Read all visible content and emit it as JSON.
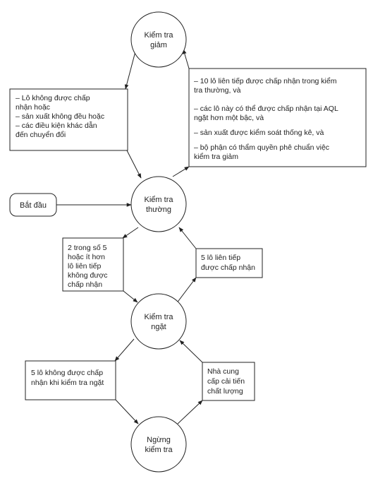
{
  "nodes": {
    "reduced": [
      "Kiểm tra",
      "giảm"
    ],
    "normal": [
      "Kiểm tra",
      "thường"
    ],
    "tightened": [
      "Kiểm tra",
      "ngặt"
    ],
    "discontinue": [
      "Ngừng",
      "kiểm tra"
    ],
    "start": "Bắt đầu"
  },
  "conditions": {
    "reduced_to_normal": [
      "–  Lô  không  được  chấp",
      "nhận hoặc",
      "–  sản xuất không đều hoặc",
      "–   các điều kiện khác dẫn",
      "đến chuyển đổi"
    ],
    "normal_to_reduced": [
      "–  10 lô liên tiếp được chấp nhận trong kiểm",
      "tra thường, và",
      "",
      "–  các lô này có thể được chấp nhận tại AQL",
      "ngặt hơn một bậc, và",
      "",
      "–  sản xuất được kiểm soát thống kê, và",
      "",
      "–   bộ phận có thẩm quyền phê chuẩn việc",
      "kiểm tra giảm"
    ],
    "normal_to_tightened": [
      "2 trong số 5",
      "hoặc ít hơn",
      "lô liên tiếp",
      "không được",
      "chấp nhận"
    ],
    "tightened_to_normal": [
      "5 lô liên tiếp",
      "được chấp nhận"
    ],
    "tightened_to_discontinue": [
      "5 lô không được chấp",
      "nhận khi kiểm tra ngặt"
    ],
    "discontinue_to_tightened": [
      "Nhà cung",
      "cấp cải tiến",
      "chất lượng"
    ]
  }
}
